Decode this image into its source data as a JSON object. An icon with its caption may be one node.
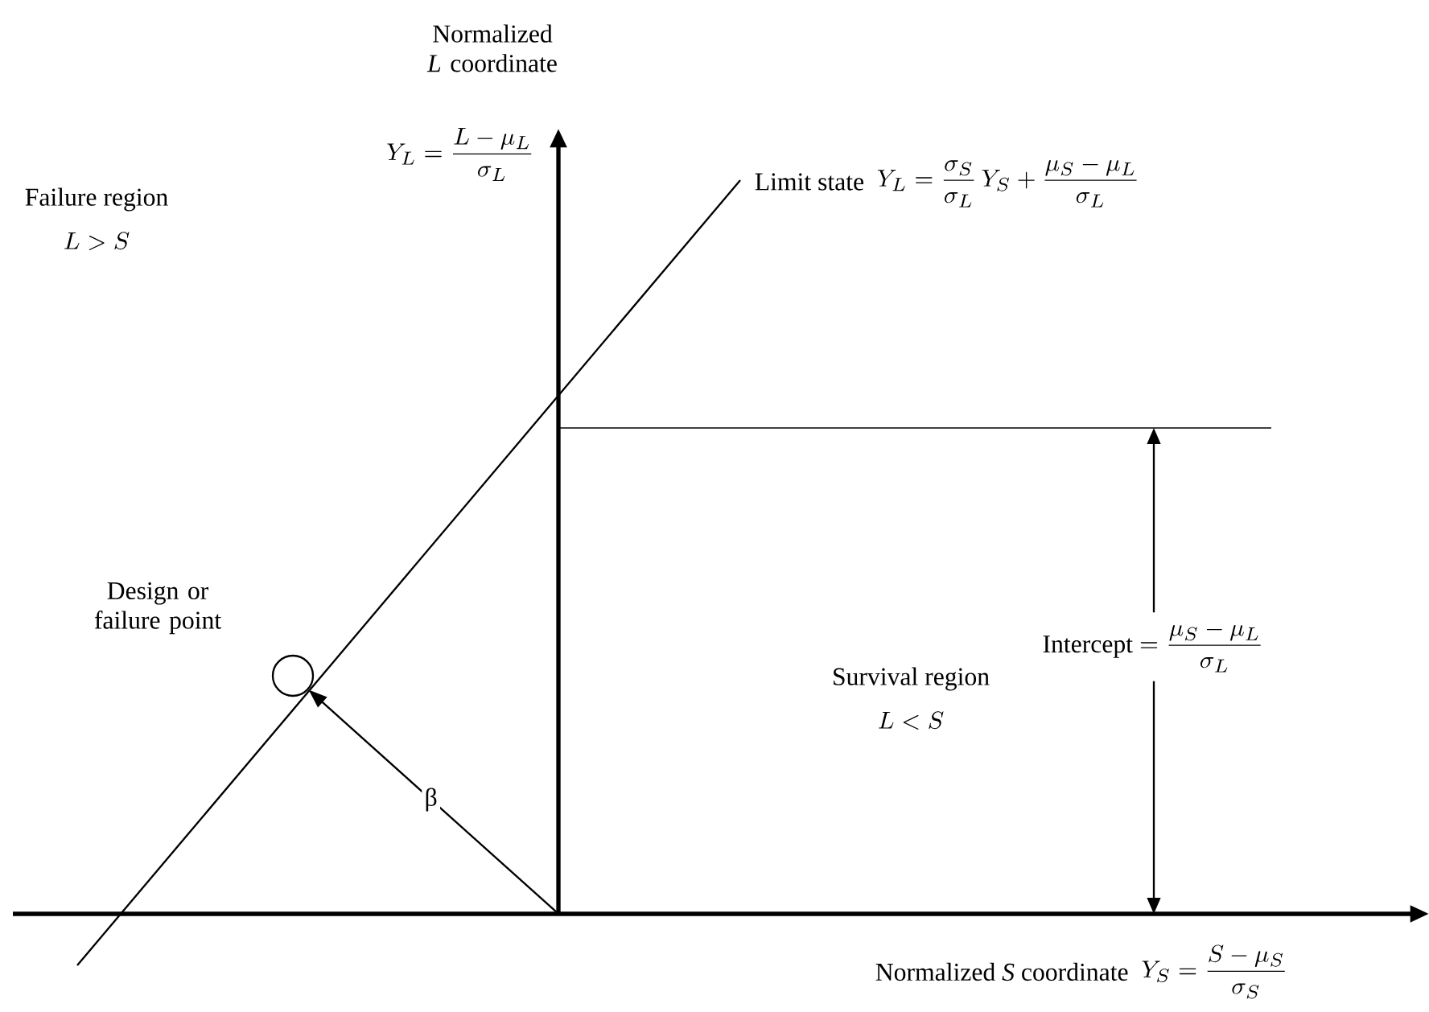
{
  "diagram": {
    "nodes": [
      {
        "text": [
          "Design or failure point"
        ]
      },
      {
        "text": [],
        "shape": "circle"
      }
    ],
    "edges": [
      {
        "from": null,
        "to": 1,
        "arrow": "to",
        "label": "β"
      }
    ],
    "labels": [
      "Normalized *L* coordinate",
      "Y_L=\\frac{L-\\mu_L}{\\sigma_L}",
      "Limit state",
      "Y_L=\\frac{\\sigma_S}{\\sigma_L}\\,Y_S+\\frac{\\mu_S-\\mu_L}{\\sigma_L}",
      "Failure region",
      "L > S",
      "Intercept",
      "=\\frac{\\mu_S-\\mu_L}{\\sigma_L}",
      "Survival region",
      "L < S",
      "Normalized *S* coordinate",
      "Y_S=\\frac{S-\\mu_S}{\\sigma_S}"
    ]
  }
}
